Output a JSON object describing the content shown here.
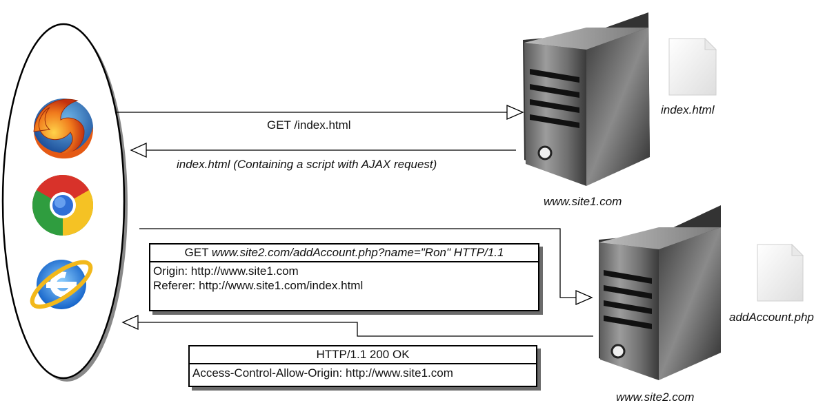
{
  "browsers": {
    "icons": [
      "firefox-icon",
      "chrome-icon",
      "internet-explorer-icon"
    ]
  },
  "site1": {
    "name": "www.site1.com",
    "file": "index.html"
  },
  "site2": {
    "name": "www.site2.com",
    "file": "addAccount.php"
  },
  "arrows": {
    "request1": "GET /index.html",
    "response1": "index.html (Containing a script with AJAX request)"
  },
  "request_box": {
    "method": "GET",
    "url": "www.site2.com/addAccount.php?name=\"Ron\" HTTP/1.1",
    "headers": [
      "Origin: http://www.site1.com",
      "Referer: http://www.site1.com/index.html"
    ]
  },
  "response_box": {
    "status": "HTTP/1.1 200 OK",
    "headers": [
      "Access-Control-Allow-Origin: http://www.site1.com"
    ]
  },
  "colors": {
    "line": "#000000",
    "shadow": "#6b6b6b",
    "server_dark": "#2a2a2a",
    "server_light": "#9a9a9a"
  }
}
